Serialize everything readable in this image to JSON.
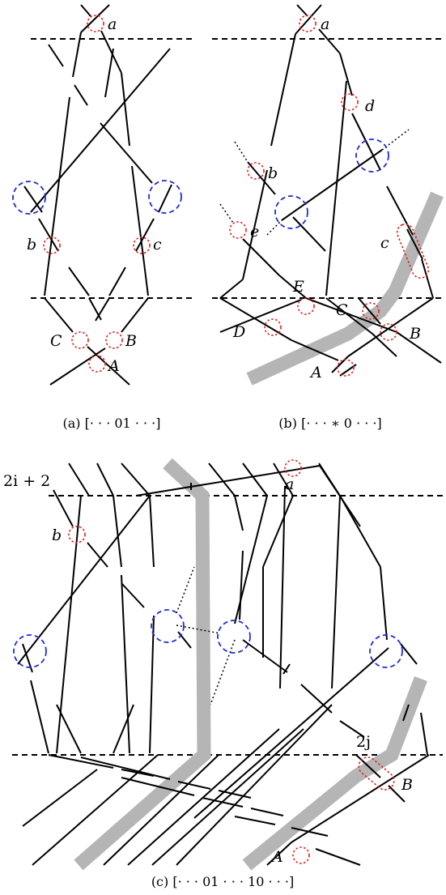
{
  "panels": {
    "a": {
      "caption": "(a) [· · · 01 · · ·]",
      "labels": {
        "a": "a",
        "b": "b",
        "c": "c",
        "A": "A",
        "B": "B",
        "C": "C"
      }
    },
    "b": {
      "caption": "(b) [· · · ∗ 0 · · ·]",
      "labels": {
        "a": "a",
        "b": "b",
        "c": "c",
        "d": "d",
        "e": "e",
        "A": "A",
        "B": "B",
        "C": "C",
        "D": "D",
        "E": "E"
      }
    },
    "c": {
      "caption": "(c) [· · · 01 · · · 10 · · ·]",
      "labels": {
        "a": "a",
        "b": "b",
        "A": "A",
        "B": "B",
        "level_top": "2i + 2",
        "level_bottom": "2j"
      }
    }
  },
  "colors": {
    "crossing_marker": "#e0201c",
    "region_marker": "#1f2bd6",
    "band": "#b5b5b5"
  }
}
